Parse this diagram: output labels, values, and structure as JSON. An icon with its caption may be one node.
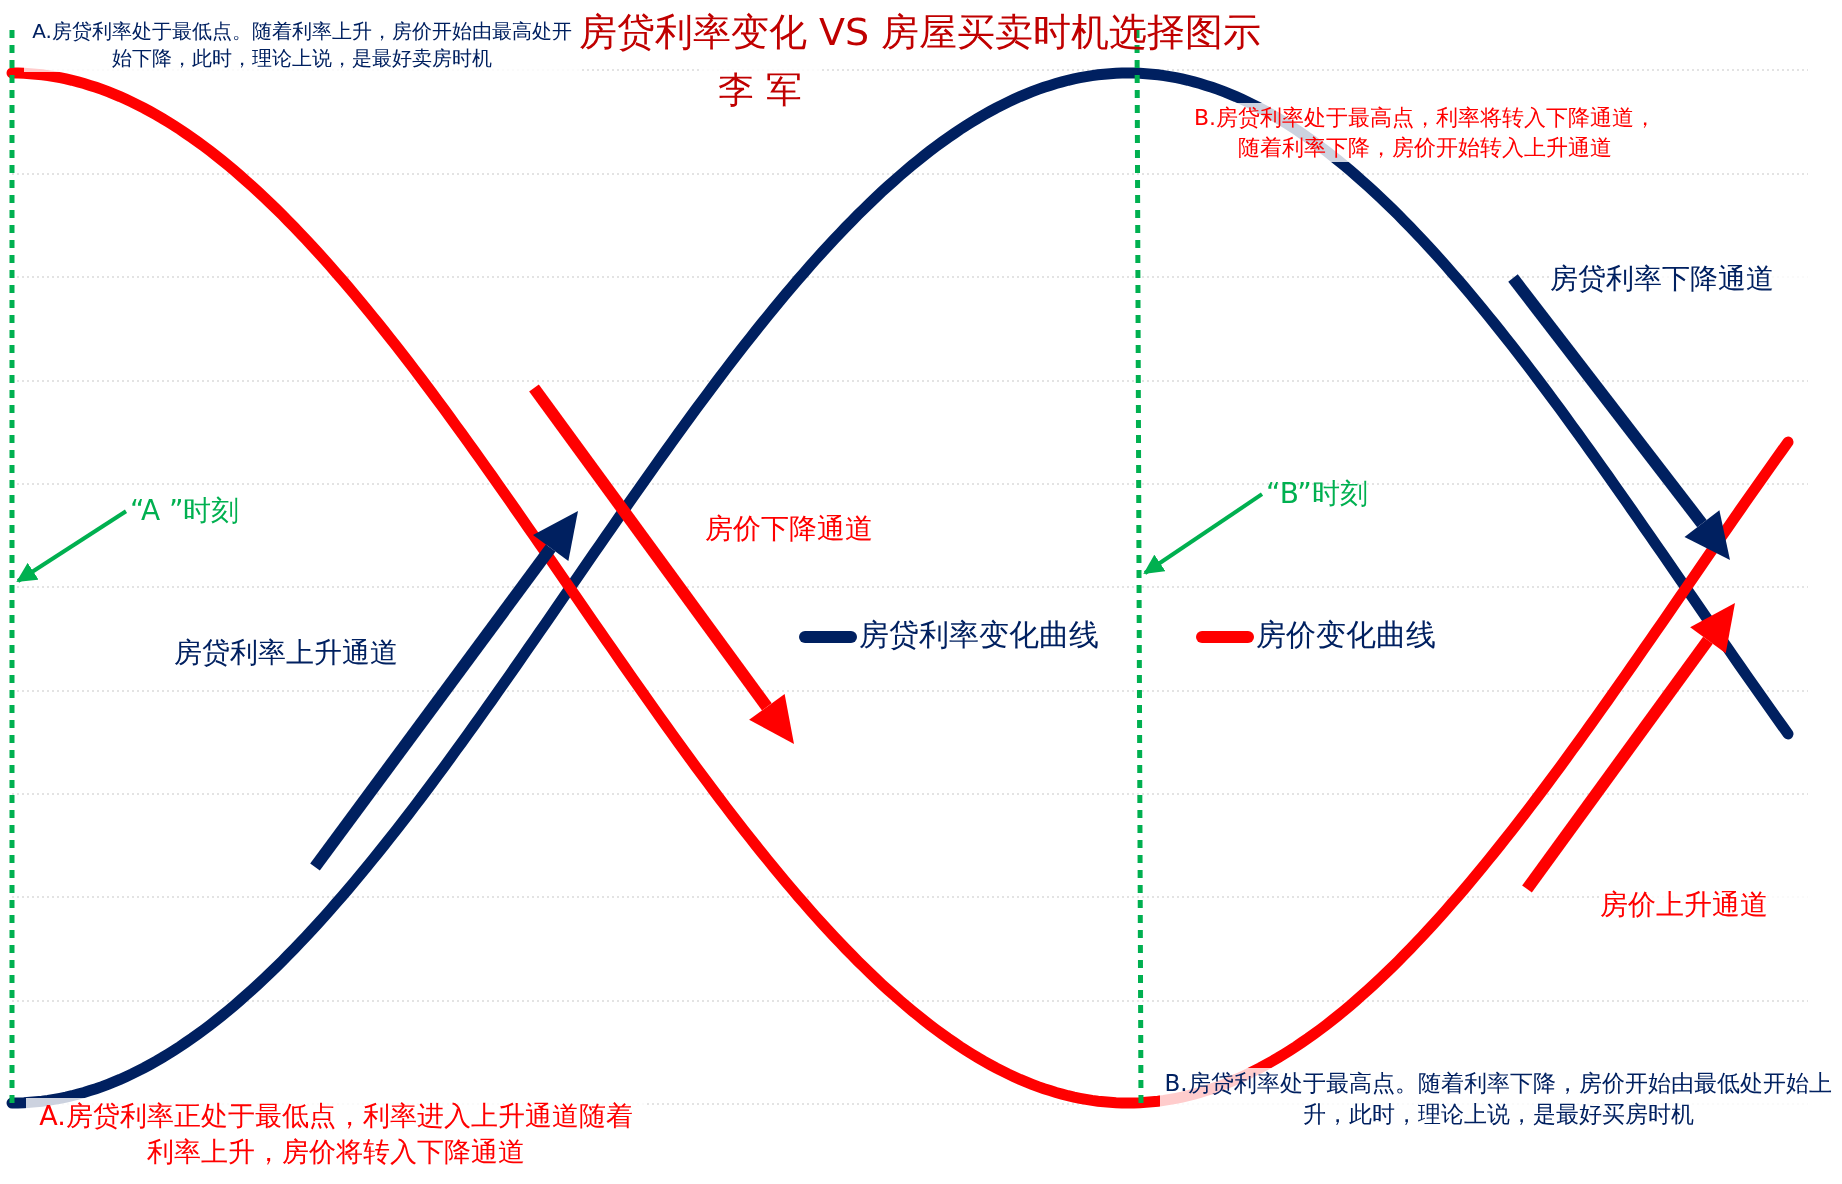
{
  "diagram": {
    "title": "房贷利率变化 VS 房屋买卖时机选择图示",
    "nodes": [
      {
        "text": [
          "“A ”时刻"
        ]
      },
      {
        "text": [
          "“B”时刻"
        ]
      }
    ],
    "edges": [
      {
        "from": 0,
        "to": null,
        "arrow": "to"
      },
      {
        "from": 1,
        "to": null,
        "arrow": "to"
      }
    ],
    "labels": [
      "李 军",
      "A.房贷利率处于最低点。随着利率上升，房价开始由最高处开始下降，此时，理论上说，是最好卖房时机",
      "B.房贷利率处于最高点，利率将转入下降通道，随着利率下降，房价开始转入上升通道",
      "房贷利率下降通道",
      "房价下降通道",
      "房贷利率上升通道",
      "房价上升通道",
      "A.房贷利率正处于最低点，利率进入上升通道随着利率上升，房价将转入下降通道",
      "B.房贷利率处于最高点。随着利率下降，房价开始由最低处开始上升，此时，理论上说，是最好买房时机"
    ],
    "legend": [
      {
        "text": "房贷利率变化曲线",
        "color": "#002060"
      },
      {
        "text": "房价变化曲线",
        "color": "#ff0000"
      }
    ]
  }
}
